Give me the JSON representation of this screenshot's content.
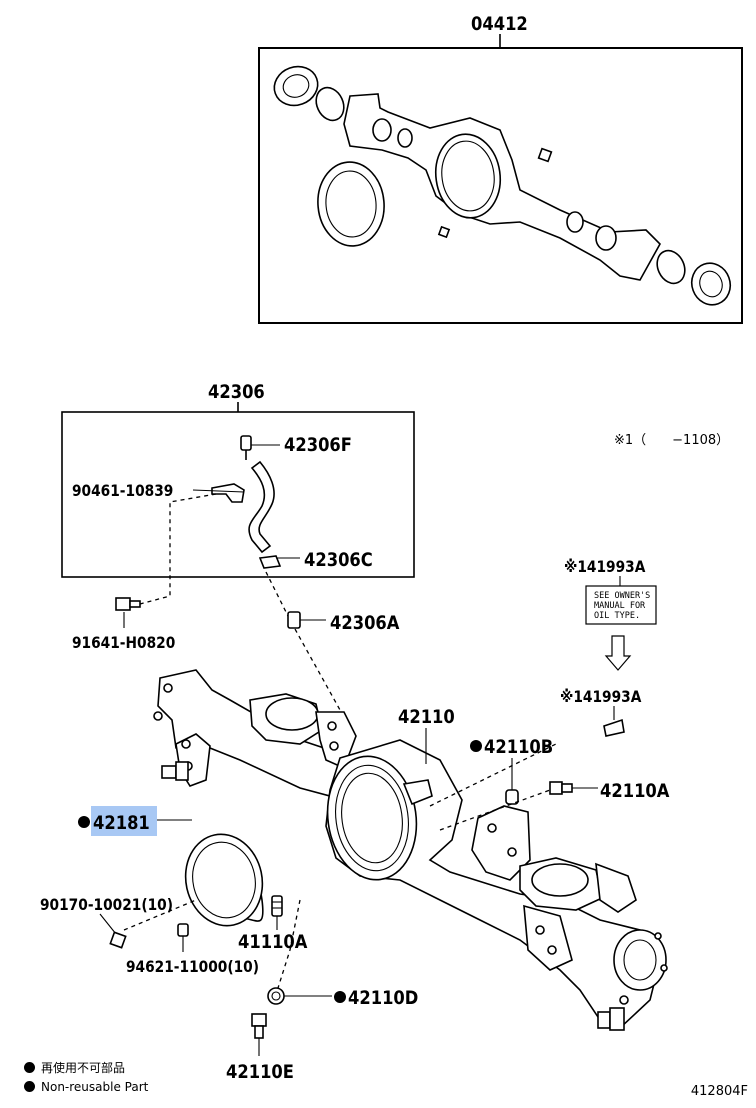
{
  "diagram": {
    "kit_label": "04412",
    "group_label": "42306",
    "note": "※1（　　−1108）",
    "label_window_text": [
      "SEE OWNER'S",
      "MANUAL FOR",
      "OIL TYPE."
    ],
    "parts": {
      "p42306F": "42306F",
      "p90461": "90461-10839",
      "p42306C": "42306C",
      "p91641": "91641-H0820",
      "p42306A": "42306A",
      "p41993A_top": "※141993A",
      "p41993A_bottom": "※141993A",
      "p42110": "42110",
      "p42110B": "42110B",
      "p42110A": "42110A",
      "p42181": "42181",
      "p90170": "90170-10021(10)",
      "p41110A": "41110A",
      "p94621": "94621-11000(10)",
      "p42110D": "42110D",
      "p42110E": "42110E"
    },
    "highlight_color": "#a8c8f4"
  },
  "legend": {
    "line1": "再使用不可部品",
    "line2": "Non-reusable Part"
  },
  "footer": {
    "code": "412804F"
  }
}
